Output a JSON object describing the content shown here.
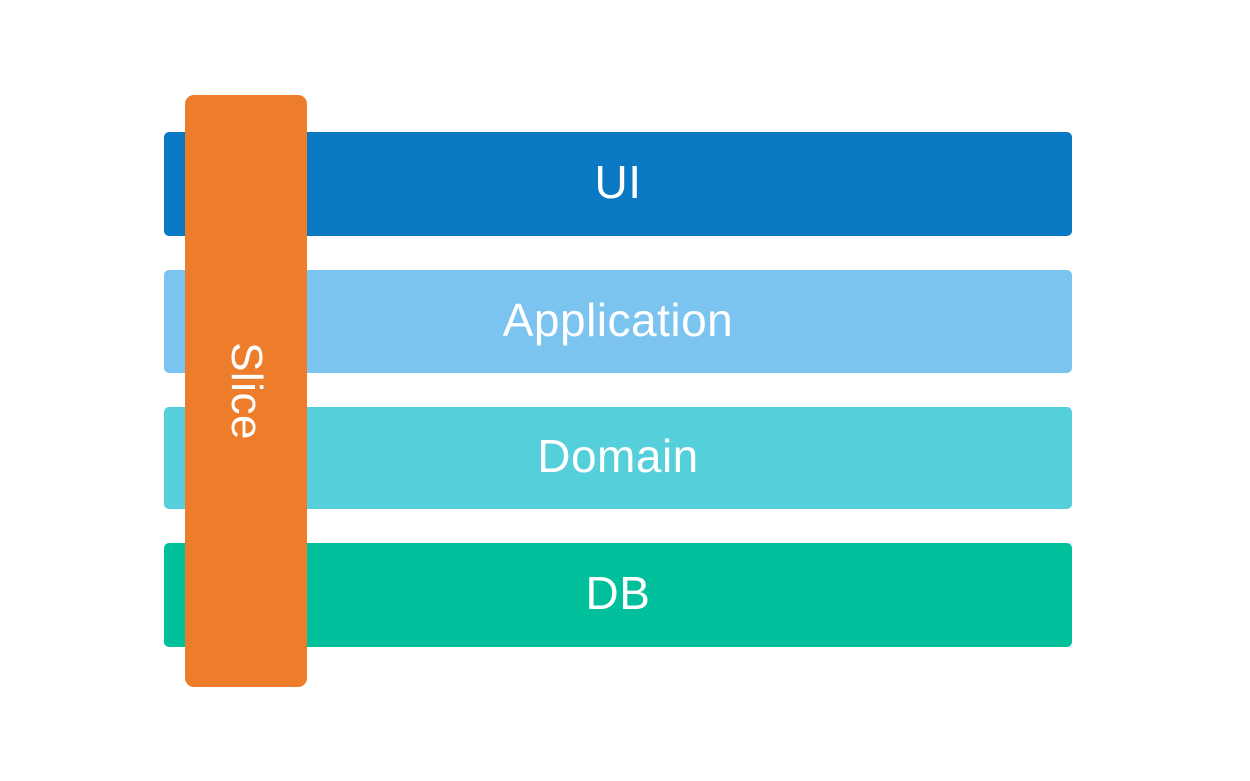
{
  "diagram": {
    "title": "layered-architecture-with-vertical-slice",
    "background_color": "#ffffff",
    "text_color": "#ffffff",
    "slice": {
      "label": "Slice",
      "color": "#ed7d2b",
      "text_rotation_deg": 90
    },
    "layers": [
      {
        "label": "UI",
        "color": "#0a78c2"
      },
      {
        "label": "Application",
        "color": "#7cc4f0"
      },
      {
        "label": "Domain",
        "color": "#55cfd9"
      },
      {
        "label": "DB",
        "color": "#00bf9b"
      }
    ]
  }
}
